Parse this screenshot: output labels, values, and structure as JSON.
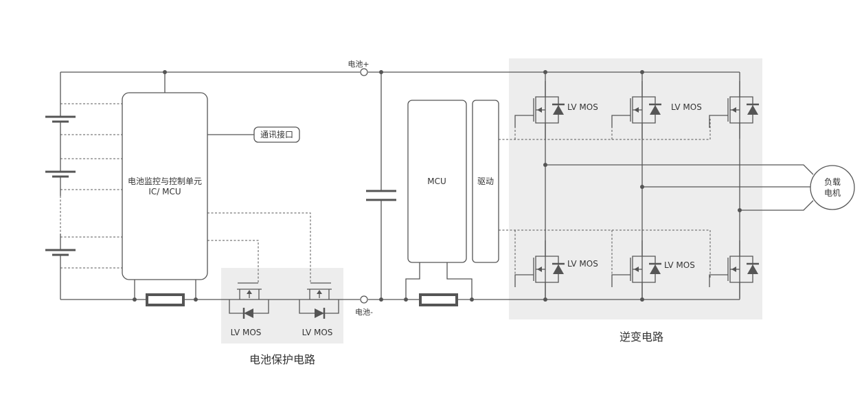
{
  "labels": {
    "battery_plus": "电池+",
    "battery_minus": "电池-",
    "comm_interface": "通讯接口",
    "bms_line1": "电池监控与控制单元",
    "bms_line2": "IC/ MCU",
    "mcu": "MCU",
    "driver": "驱动",
    "motor_line1": "负载",
    "motor_line2": "电机",
    "lv_mos": "LV MOS"
  },
  "captions": {
    "protection": "电池保护电路",
    "inverter": "逆变电路"
  },
  "colors": {
    "line": "#555555",
    "panel": "#ededed",
    "text": "#333333"
  }
}
